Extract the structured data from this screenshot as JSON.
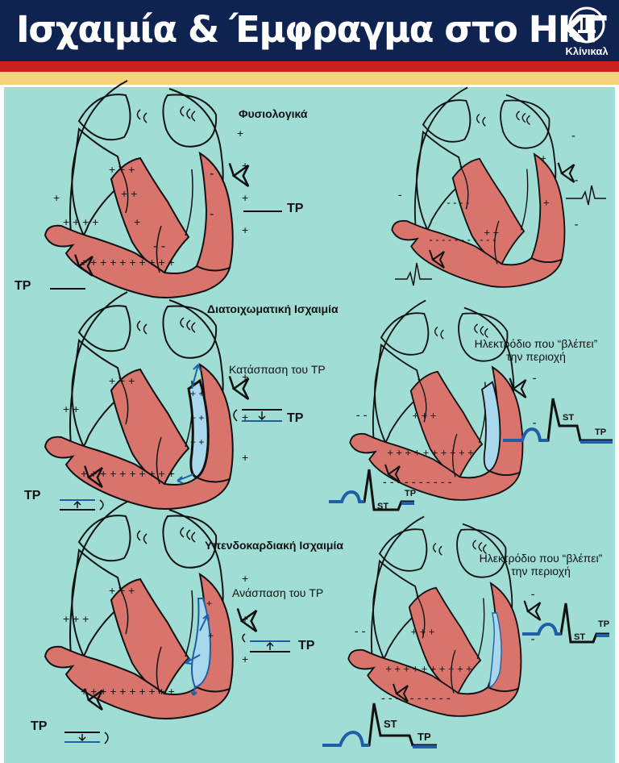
{
  "header": {
    "title": "Ισχαιμία & Έμφραγμα στο ΗΚΓ",
    "logo_text": "Κλίνικαλ"
  },
  "colors": {
    "header_bg": "#0f2351",
    "stripe_red": "#cc1e1e",
    "stripe_yellow": "#f4d37c",
    "panel_bg": "#9fddd5",
    "myocardium": "#d9746c",
    "ischemia": "#a9d8ec",
    "ecg_blue": "#1f5fa8"
  },
  "sections": {
    "normal": {
      "title": "Φυσιολογικά"
    },
    "transmural": {
      "title": "Διατοιχωματική Ισχαιμία",
      "depression_label": "Κατάσπαση του TP",
      "electrode_label_1": "Ηλεκτρόδιο που “βλέπει”",
      "electrode_label_2": "την περιοχή"
    },
    "subendocardial": {
      "title": "Υπενδοκαρδιακή Ισχαιμία",
      "elevation_label": "Ανάσπαση του TP",
      "electrode_label_1": "Ηλεκτρόδιο που “βλέπει”",
      "electrode_label_2": "την περιοχή"
    }
  },
  "ecg_labels": {
    "tp": "TP",
    "st": "ST"
  }
}
